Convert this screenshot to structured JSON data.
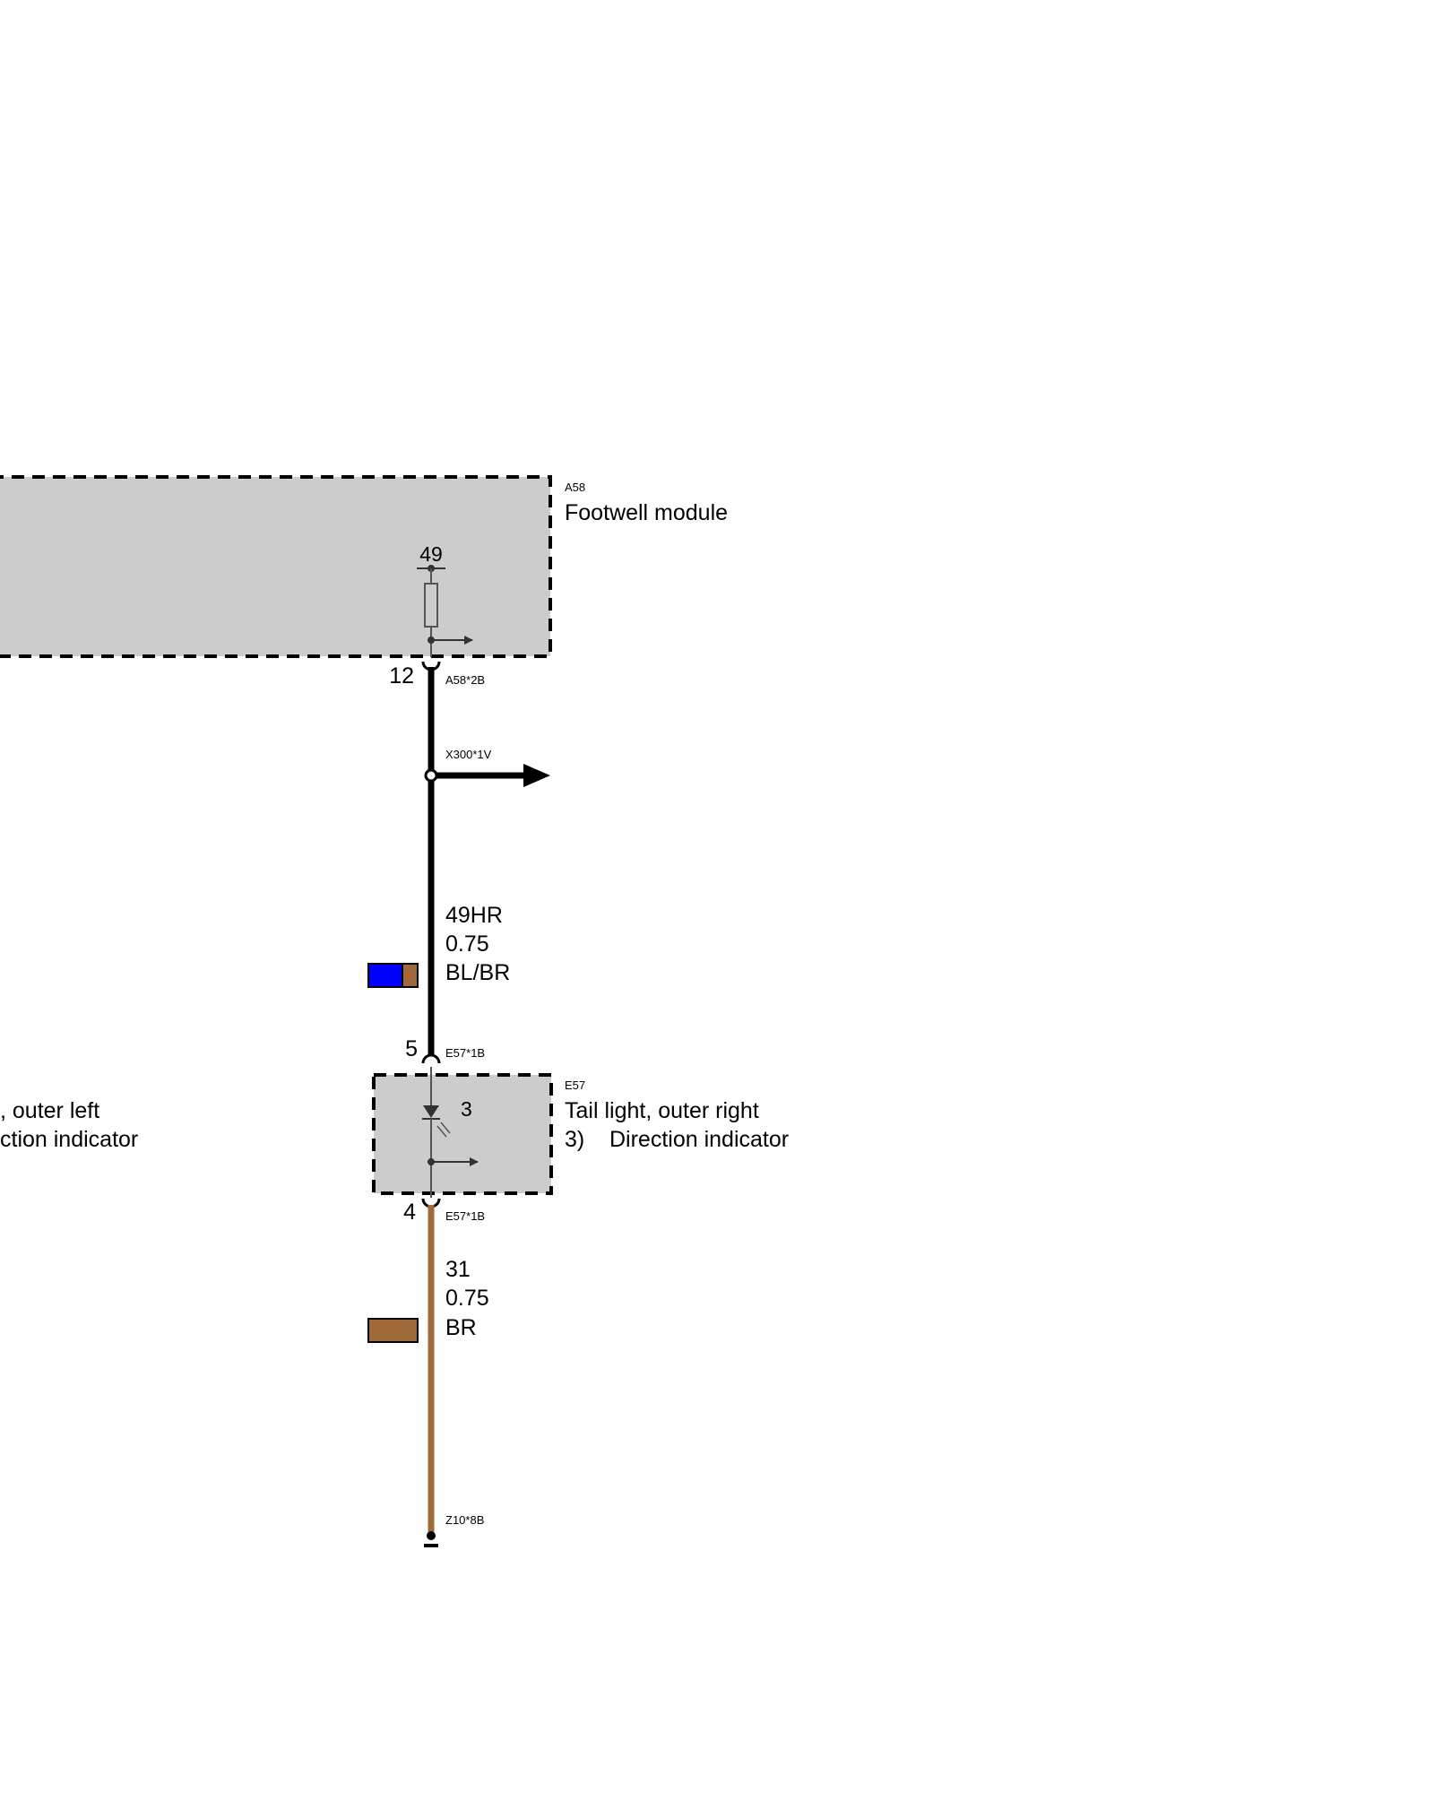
{
  "modules": {
    "footwell": {
      "id": "A58",
      "name": "Footwell module",
      "internal_pin": "49",
      "output_pin": "12",
      "connector": "A58*2B",
      "fill_color": "#cccccc"
    },
    "tail_right": {
      "id": "E57",
      "name": "Tail light, outer right",
      "function_number": "3)",
      "function_name": "Direction indicator",
      "lamp_number": "3",
      "input_pin": "5",
      "input_connector": "E57*1B",
      "output_pin": "4",
      "output_connector": "E57*1B",
      "fill_color": "#cccccc"
    },
    "tail_left_partial": {
      "line1": ", outer left",
      "line2": "ction indicator"
    }
  },
  "splice": {
    "connector": "X300*1V"
  },
  "wires": {
    "supply": {
      "circuit": "49HR",
      "gauge": "0.75",
      "color_code": "BL/BR",
      "colors": [
        "#0000ff",
        "#a0693a"
      ],
      "stroke": "#000000"
    },
    "ground": {
      "circuit": "31",
      "gauge": "0.75",
      "color_code": "BR",
      "colors": [
        "#a0693a"
      ],
      "stroke": "#a0693a"
    }
  },
  "ground_point": {
    "connector": "Z10*8B"
  }
}
